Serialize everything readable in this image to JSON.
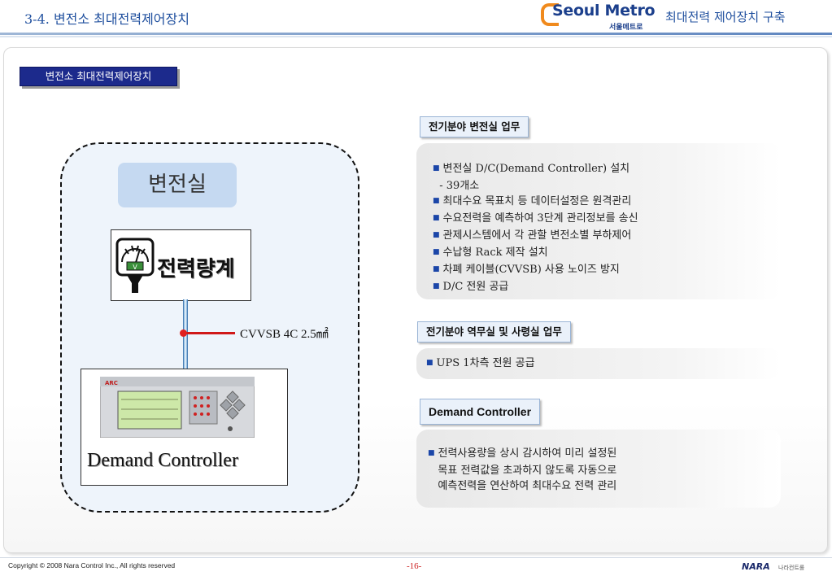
{
  "header": {
    "title": "3-4. 변전소 최대전력제어장치",
    "logo_brand": "Seoul Metro",
    "logo_sub": "서울메트로",
    "right_title": "최대전력 제어장치 구축"
  },
  "section_label": "변전소 최대전력제어장치",
  "diagram": {
    "room_label": "변전실",
    "meter_label": "전력량계",
    "cable_label": "CVVSB 4C 2.5㎟",
    "controller_label": "Demand Controller",
    "device_brand": "ARC"
  },
  "sections": [
    {
      "heading": "전기분야 변전실 업무",
      "items": [
        "변전실 D/C(Demand Controller) 설치",
        "최대수요 목표치 등 데이터설정은 원격관리",
        "수요전력을 예측하여 3단계 관리정보를 송신",
        "관제시스템에서 각 관할 변전소별 부하제어",
        "수납형 Rack 제작 설치",
        "차폐 케이블(CVVSB) 사용 노이즈 방지",
        "D/C 전원 공급"
      ],
      "sub_note": "- 39개소"
    },
    {
      "heading": "전기분야 역무실 및 사령실 업무",
      "items": [
        "UPS 1차측 전원 공급"
      ]
    },
    {
      "heading": "Demand Controller",
      "lines": [
        "전력사용량을 상시 감시하여 미리 설정된",
        "목표 전력값을 초과하지 않도록 자동으로",
        "예측전력을 연산하여 최대수요 전력 관리"
      ]
    }
  ],
  "footer": {
    "copyright": "Copyright ©  2008 Nara Control Inc., All rights reserved",
    "page": "-16-",
    "brand": "NARA",
    "brand_sub": "나라컨트롤"
  },
  "colors": {
    "header_text": "#1f4f9e",
    "label_bg": "#1c2a8c",
    "bullet": "#1b46a8",
    "cable": "#d01818",
    "logo_orange": "#f08a1d"
  }
}
